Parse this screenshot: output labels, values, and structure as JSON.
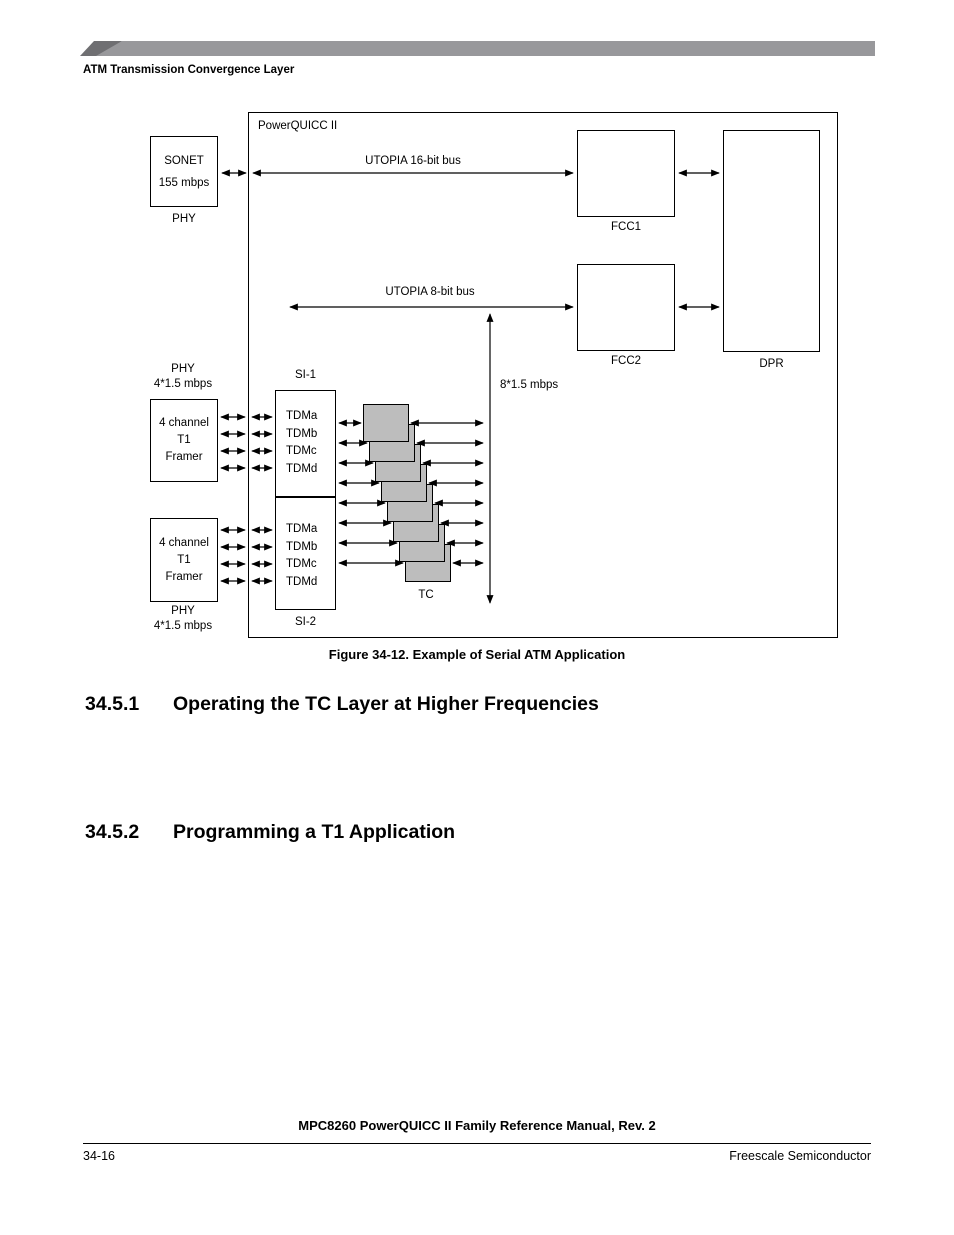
{
  "header": {
    "running_title": "ATM Transmission Convergence Layer"
  },
  "figure": {
    "caption": "Figure 34-12. Example of Serial ATM Application",
    "chip_label": "PowerQUICC II",
    "sonet_line1": "SONET",
    "sonet_line2": "155 mbps",
    "sonet_phy": "PHY",
    "utopia16_label": "UTOPIA 16-bit bus",
    "utopia8_label": "UTOPIA 8-bit bus",
    "fcc1_label": "FCC1",
    "fcc2_label": "FCC2",
    "dpr_label": "DPR",
    "rate_8x": "8*1.5 mbps",
    "phy_top_label": "PHY",
    "phy_top_rate": "4*1.5 mbps",
    "framer_top": {
      "line1": "4 channel",
      "line2": "T1",
      "line3": "Framer"
    },
    "framer_bottom": {
      "line1": "4 channel",
      "line2": "T1",
      "line3": "Framer"
    },
    "phy_bottom_label": "PHY",
    "phy_bottom_rate": "4*1.5 mbps",
    "si1_label": "SI-1",
    "si2_label": "SI-2",
    "si1_tdms": [
      "TDMa",
      "TDMb",
      "TDMc",
      "TDMd"
    ],
    "si2_tdms": [
      "TDMa",
      "TDMb",
      "TDMc",
      "TDMd"
    ],
    "tc_label": "TC"
  },
  "sections": [
    {
      "number": "34.5.1",
      "title": "Operating the TC Layer at Higher Frequencies"
    },
    {
      "number": "34.5.2",
      "title": "Programming a T1 Application"
    }
  ],
  "footer": {
    "manual_title": "MPC8260 PowerQUICC II Family Reference Manual, Rev. 2",
    "page_number": "34-16",
    "vendor": "Freescale Semiconductor"
  }
}
